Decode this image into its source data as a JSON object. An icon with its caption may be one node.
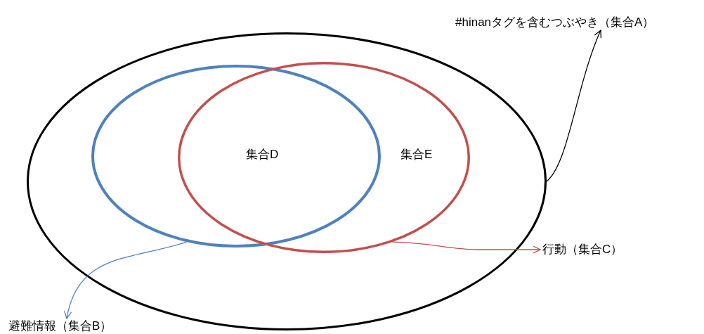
{
  "diagram": {
    "nodes": [
      {
        "text": [],
        "shape": "ellipse"
      },
      {
        "text": [],
        "shape": "ellipse",
        "in": 0
      },
      {
        "text": [],
        "shape": "ellipse",
        "in": 0
      },
      {
        "text": [
          "集合D"
        ]
      },
      {
        "text": [
          "集合E"
        ],
        "in": 2
      },
      {
        "text": [
          "#hinanタグを含むつぶやき（集合A）"
        ]
      },
      {
        "text": [
          "避難情報（集合B）"
        ]
      },
      {
        "text": [
          "行動（集合C）"
        ]
      }
    ],
    "edges": [
      {
        "from": 0,
        "to": 5,
        "arrow": "to",
        "color": "#000000"
      },
      {
        "from": 1,
        "to": 6,
        "arrow": "to",
        "color": "#4f81bd"
      },
      {
        "from": 2,
        "to": 7,
        "arrow": "to",
        "color": "#c0504d"
      }
    ]
  }
}
